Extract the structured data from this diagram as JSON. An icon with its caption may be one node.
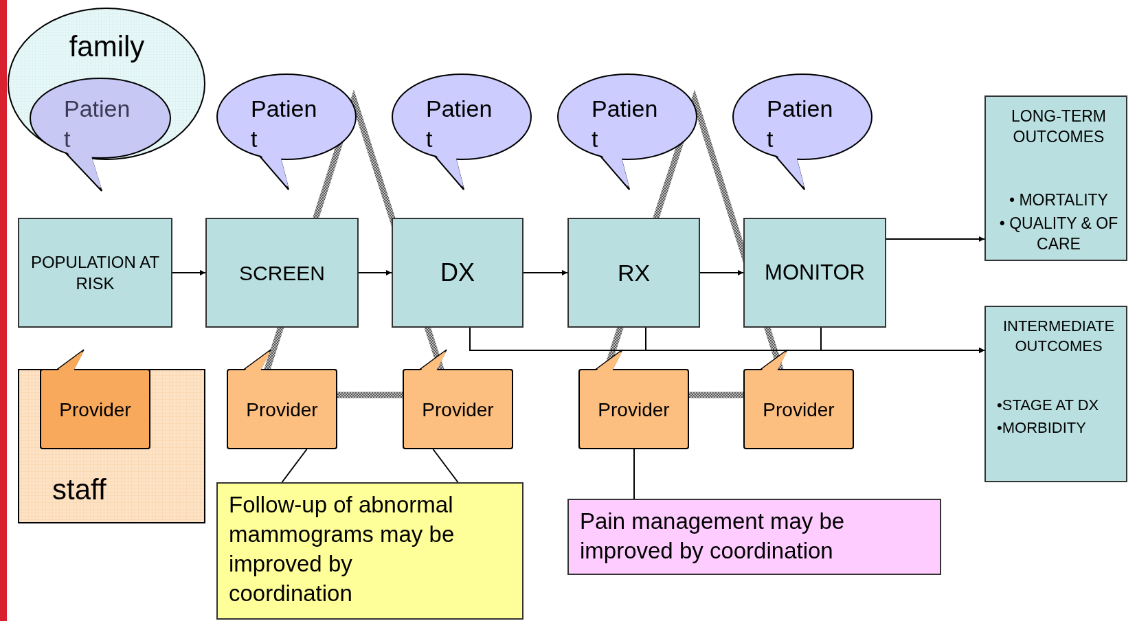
{
  "diagram": {
    "nodes": [
      {
        "text": [
          "family"
        ]
      },
      {
        "text": [
          "Patien t"
        ],
        "in": 0
      },
      {
        "text": [
          "Patien t"
        ]
      },
      {
        "text": [
          "Patien t"
        ]
      },
      {
        "text": [
          "Patien t"
        ]
      },
      {
        "text": [
          "Patien t"
        ]
      },
      {
        "text": [
          "POPULATION AT RISK"
        ]
      },
      {
        "text": [
          "SCREEN"
        ]
      },
      {
        "text": [
          "DX"
        ]
      },
      {
        "text": [
          "RX"
        ]
      },
      {
        "text": [
          "MONITOR"
        ]
      },
      {
        "text": [
          "LONG-TERM OUTCOMES",
          "• MORTALITY",
          "• QUALITY & OF CARE"
        ]
      },
      {
        "text": [
          "INTERMEDIATE OUTCOMES",
          "•STAGE AT DX",
          "•MORBIDITY"
        ]
      },
      {
        "text": [
          "staff"
        ]
      },
      {
        "text": [
          "Provider"
        ],
        "in": 13
      },
      {
        "text": [
          "Provider"
        ]
      },
      {
        "text": [
          "Provider"
        ]
      },
      {
        "text": [
          "Provider"
        ]
      },
      {
        "text": [
          "Provider"
        ]
      },
      {
        "text": [
          "Follow-up of abnormal mammograms may be improved by coordination"
        ]
      },
      {
        "text": [
          "Pain management may be improved by coordination"
        ]
      }
    ],
    "edges": [
      {
        "from": 6,
        "to": 7,
        "arrow": "to"
      },
      {
        "from": 7,
        "to": 8,
        "arrow": "to"
      },
      {
        "from": 8,
        "to": 9,
        "arrow": "to"
      },
      {
        "from": 9,
        "to": 10,
        "arrow": "to"
      },
      {
        "from": 10,
        "to": 11,
        "arrow": "to"
      },
      {
        "from": 8,
        "to": 12,
        "arrow": "to"
      },
      {
        "from": 9,
        "to": 12,
        "arrow": "to"
      },
      {
        "from": 10,
        "to": 12,
        "arrow": "to"
      },
      {
        "from": 15,
        "to": 19,
        "arrow": "none"
      },
      {
        "from": 16,
        "to": 19,
        "arrow": "none"
      },
      {
        "from": 17,
        "to": 20,
        "arrow": "none"
      }
    ]
  }
}
